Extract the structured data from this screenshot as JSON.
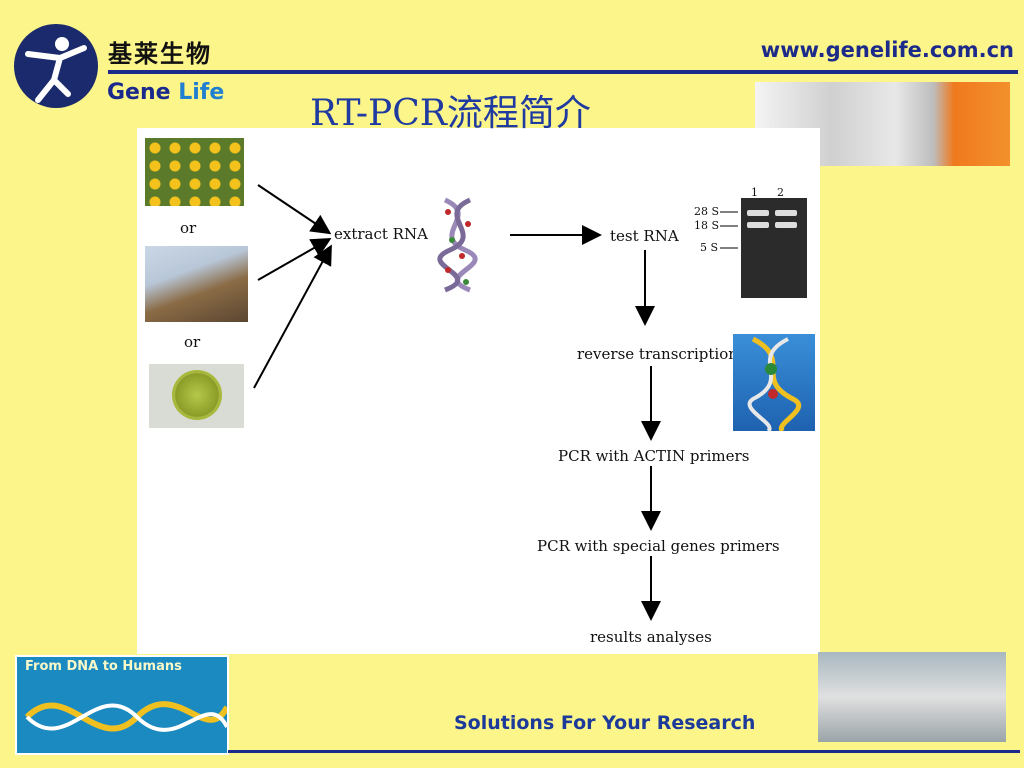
{
  "header": {
    "brand_cn": "基莱生物",
    "brand_en_1": "Gene",
    "brand_en_2": "Life",
    "url": "www.genelife.com.cn"
  },
  "slide": {
    "title": "RT-PCR流程简介"
  },
  "diagram": {
    "or_1": "or",
    "or_2": "or",
    "extract_rna": "extract RNA",
    "test_rna": "test RNA",
    "reverse_transcription": "reverse transcription",
    "pcr_actin": "PCR with ACTIN primers",
    "pcr_special": "PCR with special genes primers",
    "results": "results analyses",
    "gel": {
      "lane_1": "1",
      "lane_2": "2",
      "marker_28s": "28 S",
      "marker_18s": "18 S",
      "marker_5s": "5 S"
    }
  },
  "footer": {
    "banner_text": "From DNA to Humans",
    "slogan": "Solutions For Your Research"
  },
  "colors": {
    "background": "#fcf58a",
    "brand_blue": "#1c2a8a",
    "title_blue": "#1f3aa0"
  }
}
